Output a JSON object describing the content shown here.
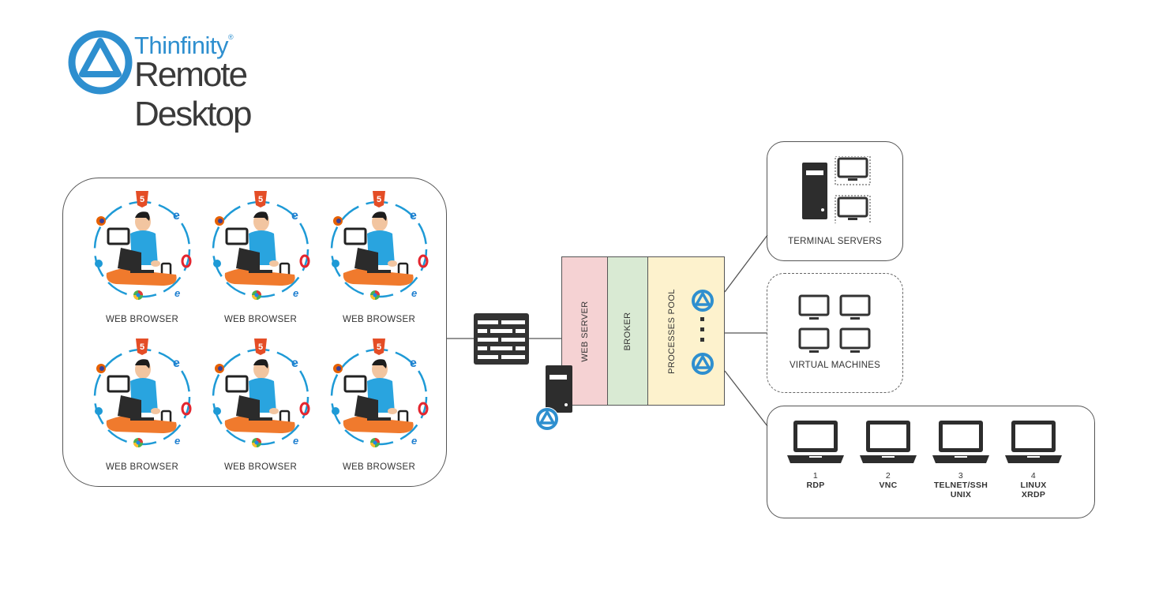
{
  "logo": {
    "brand_top": "Thinfinity",
    "registered_mark": "®",
    "brand_bottom": "Remote Desktop",
    "brand_color": "#2e8fcf"
  },
  "clients": {
    "items": [
      {
        "label": "WEB BROWSER"
      },
      {
        "label": "WEB BROWSER"
      },
      {
        "label": "WEB BROWSER"
      },
      {
        "label": "WEB BROWSER"
      },
      {
        "label": "WEB BROWSER"
      },
      {
        "label": "WEB BROWSER"
      }
    ],
    "browser_icons": [
      "html5-icon",
      "internet-explorer-icon",
      "opera-icon",
      "edge-icon",
      "chrome-icon",
      "safari-icon",
      "firefox-icon"
    ],
    "ring_color": "#1e9ad6"
  },
  "firewall": {
    "icon": "firewall-icon"
  },
  "server_stack": {
    "columns": [
      {
        "label": "WEB SERVER",
        "color": "#f5d2d3"
      },
      {
        "label": "BROKER",
        "color": "#d9ead3"
      },
      {
        "label": "PROCESSES POOL",
        "color": "#fdf2cd"
      }
    ],
    "pool_ellipsis": "·  ·  ·"
  },
  "targets": {
    "terminal_servers": {
      "label": "TERMINAL SERVERS"
    },
    "virtual_machines": {
      "label": "VIRTUAL MACHINES"
    },
    "protocols": [
      {
        "number": "1",
        "lines": [
          "RDP"
        ]
      },
      {
        "number": "2",
        "lines": [
          "VNC"
        ]
      },
      {
        "number": "3",
        "lines": [
          "TELNET/SSH",
          "UNIX"
        ]
      },
      {
        "number": "4",
        "lines": [
          "LINUX",
          "XRDP"
        ]
      }
    ]
  }
}
